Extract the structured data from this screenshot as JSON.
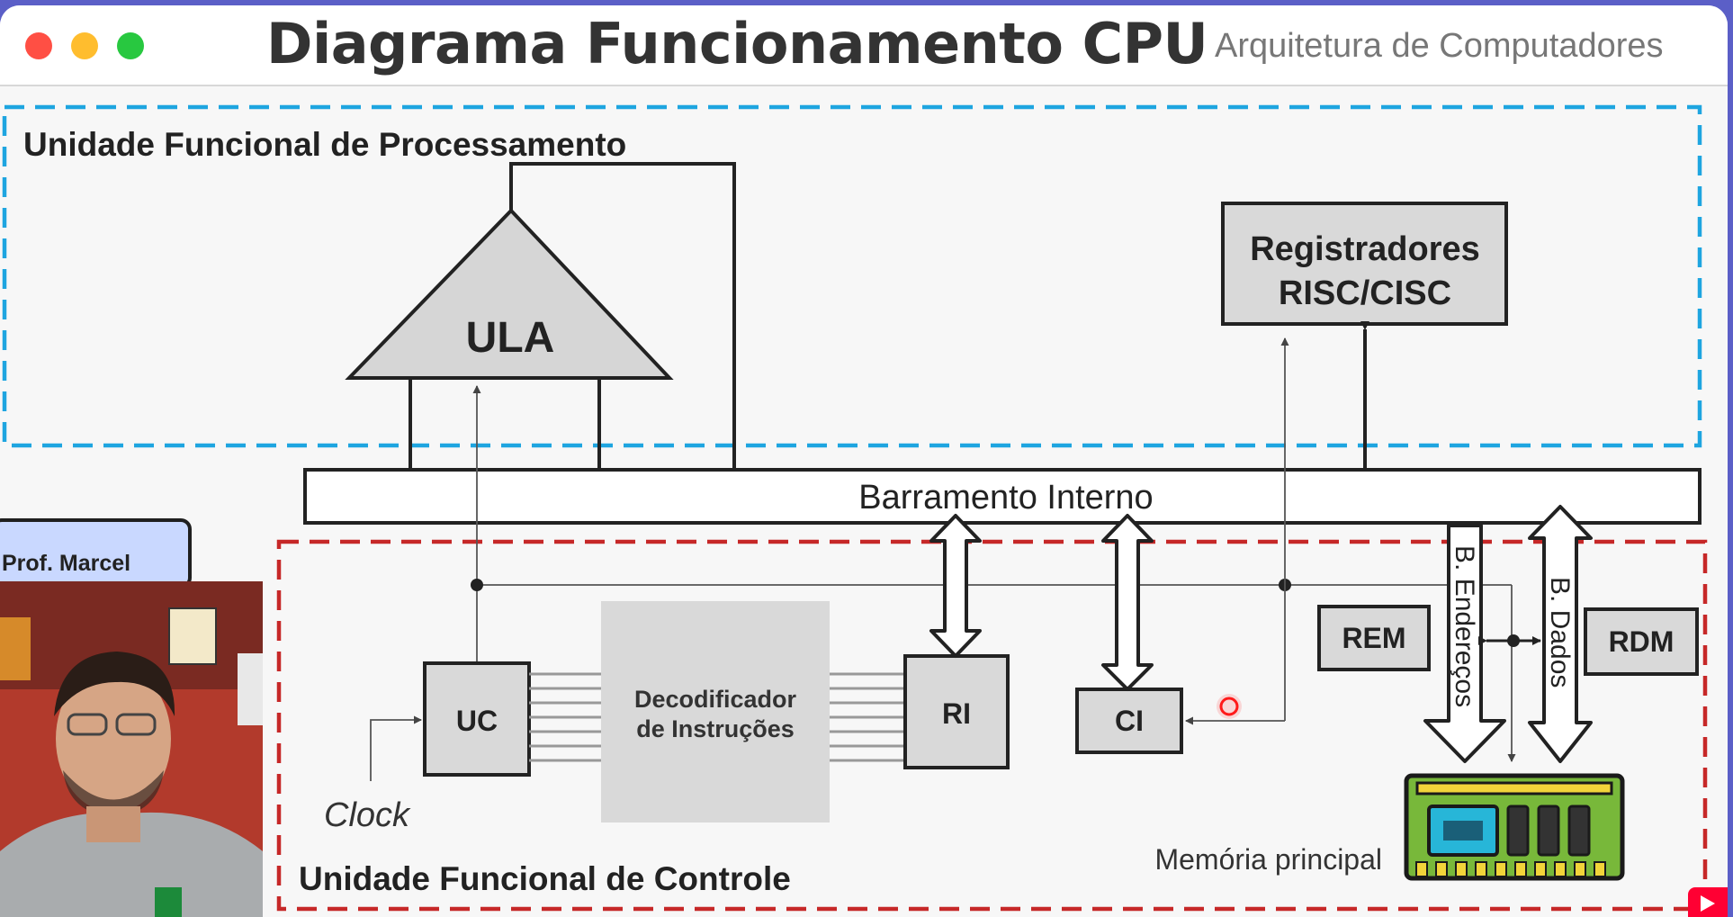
{
  "window": {
    "title": "Diagrama Funcionamento CPU",
    "subtitle": "Arquitetura de Computadores"
  },
  "regions": {
    "processing": "Unidade Funcional de Processamento",
    "control": "Unidade Funcional de Controle"
  },
  "components": {
    "ula": "ULA",
    "registers_line1": "Registradores",
    "registers_line2": "RISC/CISC",
    "internal_bus": "Barramento Interno",
    "uc": "UC",
    "decoder_line1": "Decodificador",
    "decoder_line2": "de Instruções",
    "ri": "RI",
    "ci": "CI",
    "rem": "REM",
    "rdm": "RDM",
    "address_bus": "B. Endereços",
    "data_bus": "B. Dados",
    "clock": "Clock",
    "memory": "Memória principal"
  },
  "presenter": {
    "name": "Prof. Marcel"
  },
  "colors": {
    "processing_border": "#1ea5e0",
    "control_border": "#c62828",
    "component_fill": "#d9d9d9",
    "pointer": "#ff1a1a",
    "memory_board": "#78b83a"
  }
}
